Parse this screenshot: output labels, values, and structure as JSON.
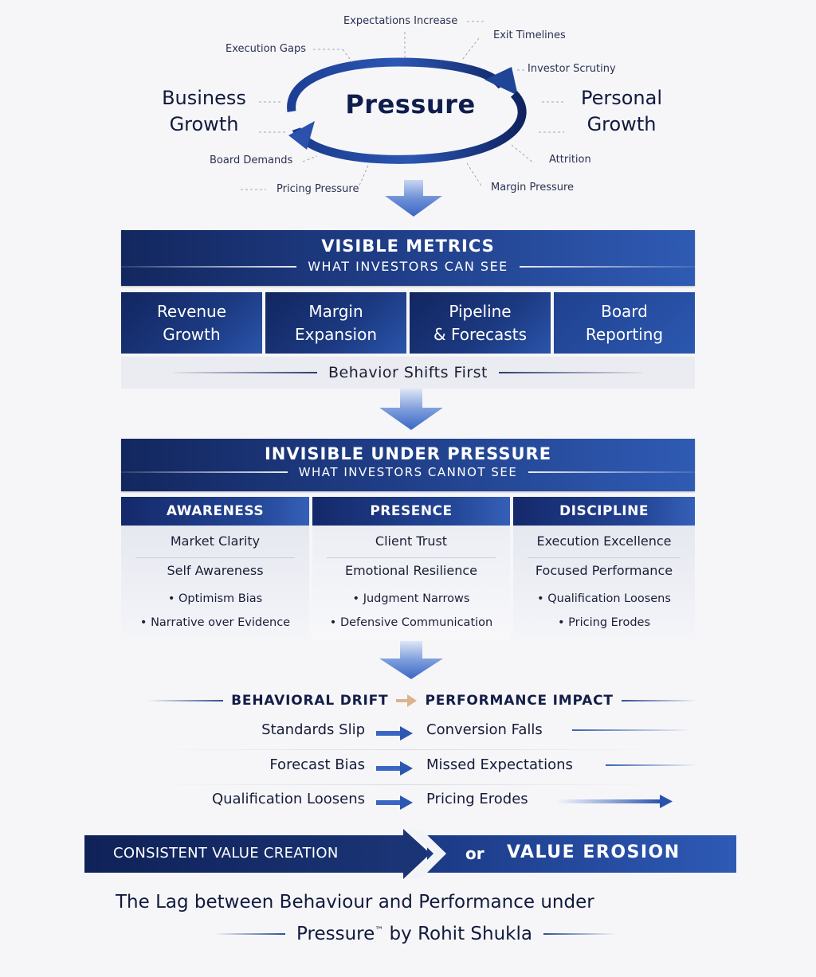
{
  "cycle": {
    "center": "Pressure",
    "left_label": [
      "Business",
      "Growth"
    ],
    "right_label": [
      "Personal",
      "Growth"
    ],
    "pressures": [
      "Expectations Increase",
      "Exit Timelines",
      "Investor Scrutiny",
      "Attrition",
      "Margin Pressure",
      "Pricing Pressure",
      "Board Demands",
      "Execution Gaps"
    ]
  },
  "visible": {
    "title": "VISIBLE METRICS",
    "subtitle": "WHAT INVESTORS CAN SEE",
    "metrics": [
      {
        "line1": "Revenue",
        "line2": "Growth"
      },
      {
        "line1": "Margin",
        "line2": "Expansion"
      },
      {
        "line1": "Pipeline",
        "line2": "& Forecasts"
      },
      {
        "line1": "Board",
        "line2": "Reporting"
      }
    ],
    "shift_text": "Behavior Shifts First"
  },
  "invisible": {
    "title": "INVISIBLE UNDER PRESSURE",
    "subtitle": "WHAT INVESTORS CANNOT SEE",
    "columns": [
      {
        "heading": "AWARENESS",
        "primary": "Market Clarity",
        "secondary": "Self Awareness",
        "bullets": [
          "Optimism Bias",
          "Narrative over Evidence"
        ]
      },
      {
        "heading": "PRESENCE",
        "primary": "Client Trust",
        "secondary": "Emotional Resilience",
        "bullets": [
          "Judgment Narrows",
          "Defensive Communication"
        ]
      },
      {
        "heading": "DISCIPLINE",
        "primary": "Execution Excellence",
        "secondary": "Focused Performance",
        "bullets": [
          "Qualification Loosens",
          "Pricing Erodes"
        ]
      }
    ]
  },
  "drift": {
    "left_heading": "BEHAVIORAL DRIFT",
    "right_heading": "PERFORMANCE IMPACT",
    "rows": [
      {
        "behavior": "Standards Slip",
        "impact": "Conversion Falls"
      },
      {
        "behavior": "Forecast Bias",
        "impact": "Missed Expectations"
      },
      {
        "behavior": "Qualification Loosens",
        "impact": "Pricing Erodes"
      }
    ]
  },
  "outcome": {
    "left": "CONSISTENT VALUE CREATION",
    "connector": "or",
    "right": "VALUE EROSION"
  },
  "footer": {
    "line1": "The Lag between Behaviour and Performance under",
    "line2_main": "Pressure",
    "trademark": "™",
    "line2_rest": " by Rohit Shukla"
  },
  "colors": {
    "navy_dark": "#0f2258",
    "navy": "#1f3d86",
    "blue_light": "#2f5bb4",
    "arrow_blue": "#3b66c4",
    "tan_arrow": "#d9b48f"
  }
}
